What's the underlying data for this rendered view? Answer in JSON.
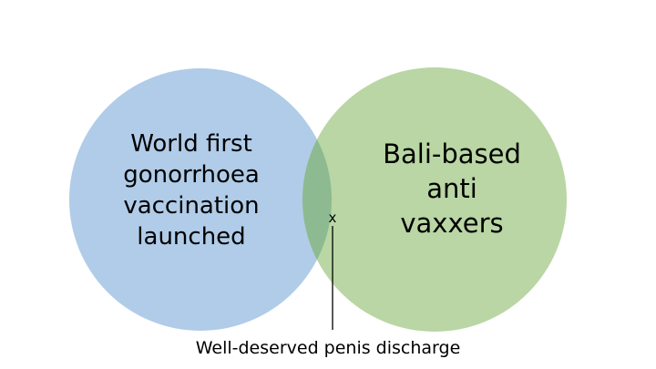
{
  "venn": {
    "left_set": {
      "label": "World first\ngonorrhoea\nvaccination\nlaunched",
      "color": "#b0cce8"
    },
    "right_set": {
      "label": "Bali-based\nanti\nvaxxers",
      "color": "#b9d6a4"
    },
    "intersection": {
      "color": "#8dba90",
      "marker": "x",
      "callout": "Well-deserved penis discharge"
    },
    "callout_line_color": "#000000"
  }
}
